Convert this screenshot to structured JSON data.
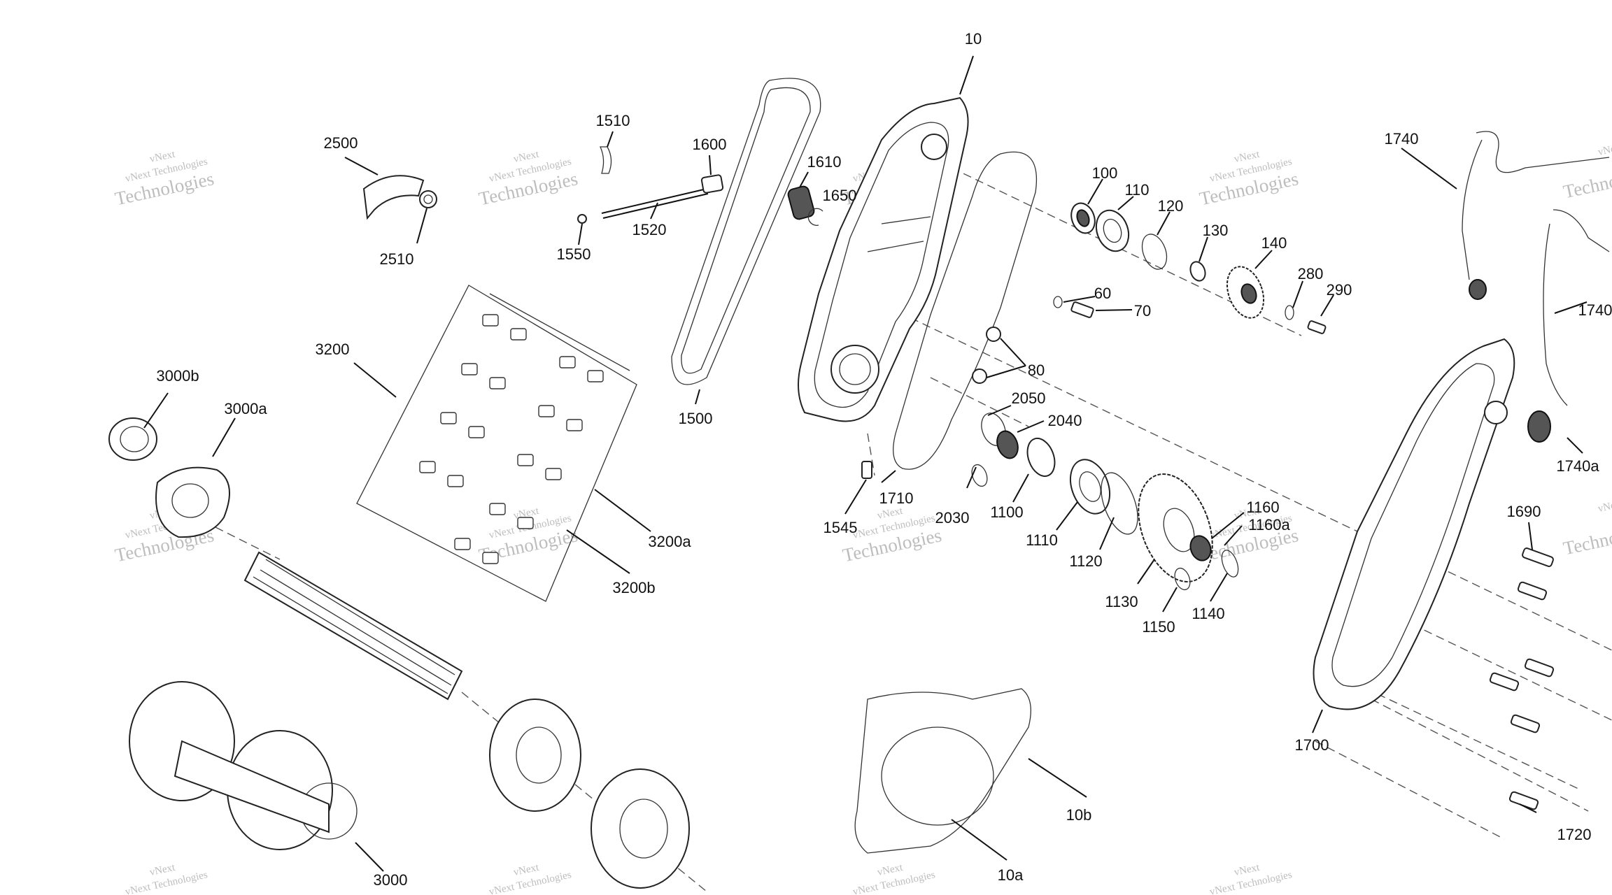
{
  "watermark": {
    "line1": "vNext Technologies",
    "line2": "Technologies",
    "line3": "vNext"
  },
  "callouts": [
    {
      "id": "c-10",
      "label": "10"
    },
    {
      "id": "c-2500",
      "label": "2500"
    },
    {
      "id": "c-2510",
      "label": "2510"
    },
    {
      "id": "c-1510",
      "label": "1510"
    },
    {
      "id": "c-1550",
      "label": "1550"
    },
    {
      "id": "c-1520",
      "label": "1520"
    },
    {
      "id": "c-1600",
      "label": "1600"
    },
    {
      "id": "c-1610",
      "label": "1610"
    },
    {
      "id": "c-1650",
      "label": "1650"
    },
    {
      "id": "c-1500",
      "label": "1500"
    },
    {
      "id": "c-100",
      "label": "100"
    },
    {
      "id": "c-110",
      "label": "110"
    },
    {
      "id": "c-120",
      "label": "120"
    },
    {
      "id": "c-130",
      "label": "130"
    },
    {
      "id": "c-140",
      "label": "140"
    },
    {
      "id": "c-60",
      "label": "60"
    },
    {
      "id": "c-70",
      "label": "70"
    },
    {
      "id": "c-280",
      "label": "280"
    },
    {
      "id": "c-290",
      "label": "290"
    },
    {
      "id": "c-80",
      "label": "80"
    },
    {
      "id": "c-1740-top",
      "label": "1740"
    },
    {
      "id": "c-1740-right",
      "label": "1740"
    },
    {
      "id": "c-1740a",
      "label": "1740a"
    },
    {
      "id": "c-3200",
      "label": "3200"
    },
    {
      "id": "c-3200a",
      "label": "3200a"
    },
    {
      "id": "c-3200b",
      "label": "3200b"
    },
    {
      "id": "c-3000b",
      "label": "3000b"
    },
    {
      "id": "c-3000a",
      "label": "3000a"
    },
    {
      "id": "c-3000",
      "label": "3000"
    },
    {
      "id": "c-2050",
      "label": "2050"
    },
    {
      "id": "c-2040",
      "label": "2040"
    },
    {
      "id": "c-1710",
      "label": "1710"
    },
    {
      "id": "c-2030",
      "label": "2030"
    },
    {
      "id": "c-1100",
      "label": "1100"
    },
    {
      "id": "c-1545",
      "label": "1545"
    },
    {
      "id": "c-1110",
      "label": "1110"
    },
    {
      "id": "c-1120",
      "label": "1120"
    },
    {
      "id": "c-1130",
      "label": "1130"
    },
    {
      "id": "c-1150",
      "label": "1150"
    },
    {
      "id": "c-1140",
      "label": "1140"
    },
    {
      "id": "c-1160",
      "label": "1160"
    },
    {
      "id": "c-1160a",
      "label": "1160a"
    },
    {
      "id": "c-1690",
      "label": "1690"
    },
    {
      "id": "c-1700",
      "label": "1700"
    },
    {
      "id": "c-1720",
      "label": "1720"
    },
    {
      "id": "c-10b",
      "label": "10b"
    },
    {
      "id": "c-10a",
      "label": "10a"
    }
  ]
}
